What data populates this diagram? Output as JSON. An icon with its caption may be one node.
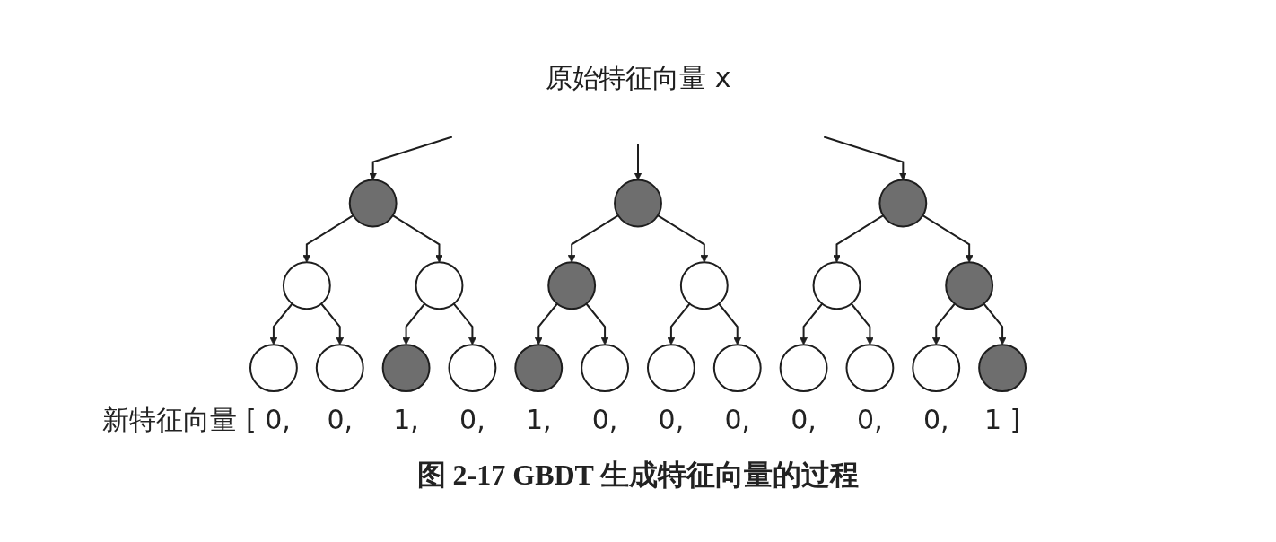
{
  "diagram": {
    "caption": "图 2-17 GBDT 生成特征向量的过程",
    "nodes": [
      {
        "text": [
          "原始特征向量 x"
        ]
      },
      {
        "text": [],
        "shape": "circle"
      },
      {
        "text": [],
        "shape": "circle"
      },
      {
        "text": [],
        "shape": "circle"
      },
      {
        "text": [],
        "shape": "circle"
      },
      {
        "text": [],
        "shape": "circle"
      },
      {
        "text": [],
        "shape": "circle"
      },
      {
        "text": [],
        "shape": "circle"
      },
      {
        "text": [],
        "shape": "circle"
      },
      {
        "text": [],
        "shape": "circle"
      },
      {
        "text": [],
        "shape": "circle"
      },
      {
        "text": [],
        "shape": "circle"
      },
      {
        "text": [],
        "shape": "circle"
      },
      {
        "text": [],
        "shape": "circle"
      },
      {
        "text": [],
        "shape": "circle"
      },
      {
        "text": [],
        "shape": "circle"
      },
      {
        "text": [],
        "shape": "circle"
      },
      {
        "text": [],
        "shape": "circle"
      },
      {
        "text": [],
        "shape": "circle"
      },
      {
        "text": [],
        "shape": "circle"
      },
      {
        "text": [],
        "shape": "circle"
      },
      {
        "text": [],
        "shape": "circle"
      }
    ],
    "edges": [
      {
        "from": 0,
        "to": 1,
        "arrow": "to"
      },
      {
        "from": 0,
        "to": 2,
        "arrow": "to"
      },
      {
        "from": 0,
        "to": 3,
        "arrow": "to"
      },
      {
        "from": 1,
        "to": 4,
        "arrow": "to"
      },
      {
        "from": 1,
        "to": 5,
        "arrow": "to"
      },
      {
        "from": 2,
        "to": 6,
        "arrow": "to"
      },
      {
        "from": 2,
        "to": 7,
        "arrow": "to"
      },
      {
        "from": 3,
        "to": 8,
        "arrow": "to"
      },
      {
        "from": 3,
        "to": 9,
        "arrow": "to"
      },
      {
        "from": 4,
        "to": 10,
        "arrow": "to"
      },
      {
        "from": 4,
        "to": 11,
        "arrow": "to"
      },
      {
        "from": 5,
        "to": 12,
        "arrow": "to"
      },
      {
        "from": 5,
        "to": 13,
        "arrow": "to"
      },
      {
        "from": 6,
        "to": 14,
        "arrow": "to"
      },
      {
        "from": 6,
        "to": 15,
        "arrow": "to"
      },
      {
        "from": 7,
        "to": 16,
        "arrow": "to"
      },
      {
        "from": 7,
        "to": 17,
        "arrow": "to"
      },
      {
        "from": 8,
        "to": 18,
        "arrow": "to"
      },
      {
        "from": 8,
        "to": 19,
        "arrow": "to"
      },
      {
        "from": 9,
        "to": 20,
        "arrow": "to"
      },
      {
        "from": 9,
        "to": 21,
        "arrow": "to"
      }
    ],
    "labels": [
      "新特征向量",
      "[ 0,",
      "0,",
      "1,",
      "0,",
      "1,",
      "0,",
      "0,",
      "0,",
      "0,",
      "0,",
      "0,",
      "1 ]"
    ]
  }
}
